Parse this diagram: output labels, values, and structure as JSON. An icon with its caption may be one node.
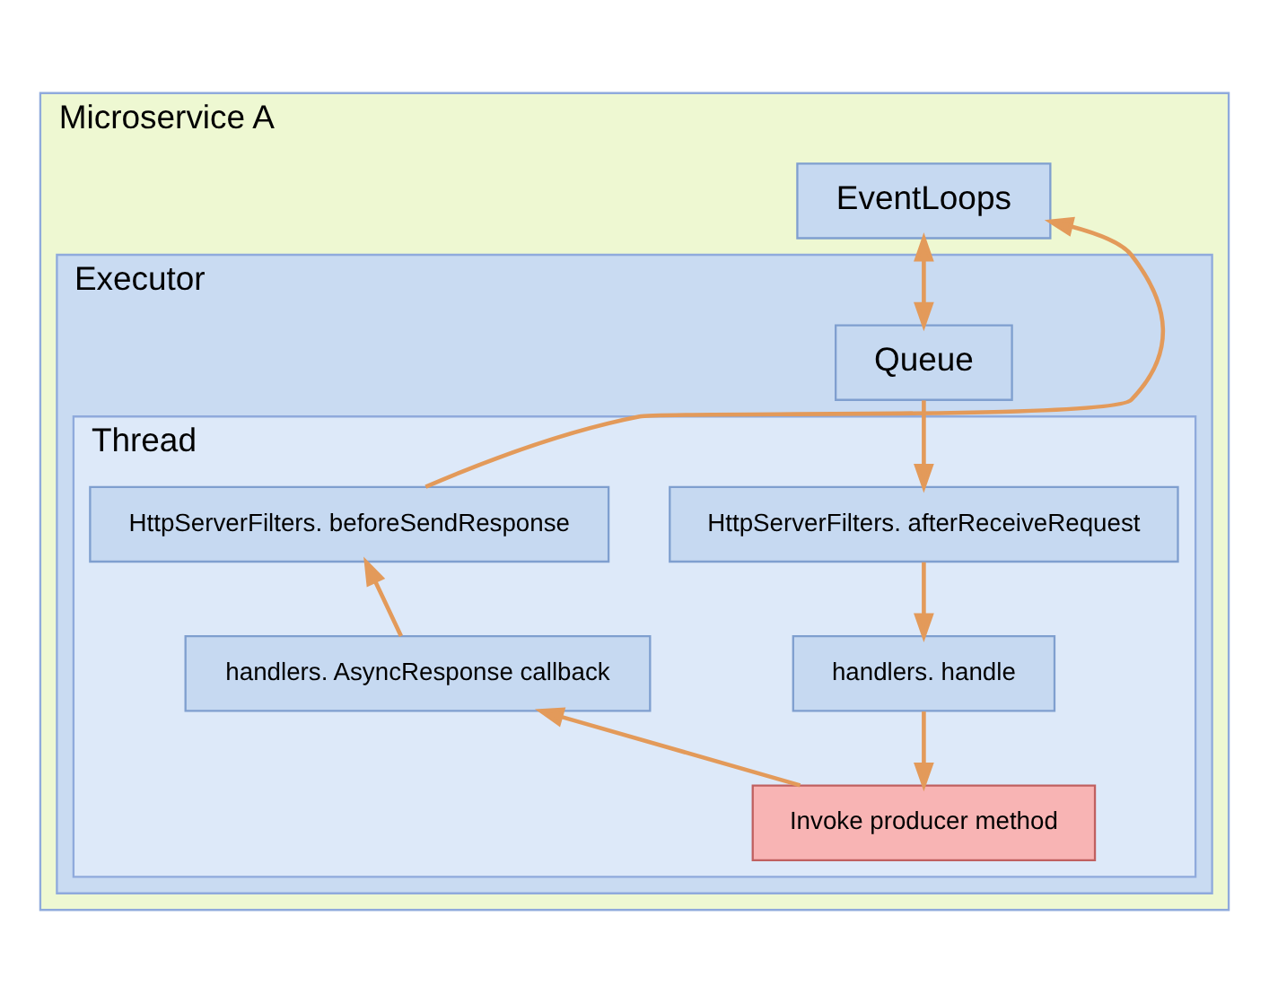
{
  "diagram": {
    "nodes": [
      {
        "text": [
          "Microservice A"
        ]
      },
      {
        "text": [
          "EventLoops"
        ],
        "in": 0
      },
      {
        "text": [
          "Executor"
        ],
        "in": 0
      },
      {
        "text": [
          "Queue"
        ],
        "in": 2
      },
      {
        "text": [
          "Thread"
        ],
        "in": 2
      },
      {
        "text": [
          "HttpServerFilters. afterReceiveRequest"
        ],
        "in": 4
      },
      {
        "text": [
          "HttpServerFilters. beforeSendResponse"
        ],
        "in": 4
      },
      {
        "text": [
          "handlers. handle"
        ],
        "in": 4
      },
      {
        "text": [
          "handlers. AsyncResponse callback"
        ],
        "in": 4
      },
      {
        "text": [
          "Invoke producer method"
        ],
        "in": 4
      }
    ],
    "edges": [
      {
        "from": 1,
        "to": 3,
        "arrow": "both"
      },
      {
        "from": 3,
        "to": 5,
        "arrow": "to"
      },
      {
        "from": 5,
        "to": 7,
        "arrow": "to"
      },
      {
        "from": 7,
        "to": 9,
        "arrow": "to"
      },
      {
        "from": 9,
        "to": 8,
        "arrow": "to"
      },
      {
        "from": 8,
        "to": 6,
        "arrow": "to"
      },
      {
        "from": 6,
        "to": 1,
        "arrow": "to"
      }
    ]
  }
}
